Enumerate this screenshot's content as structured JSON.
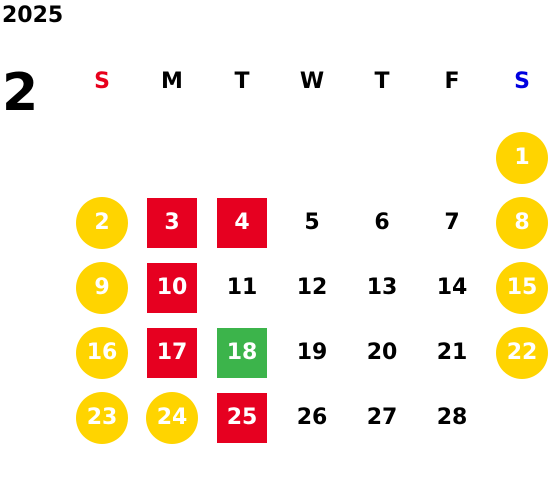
{
  "calendar": {
    "year": "2025",
    "month": "2",
    "weekdays": [
      {
        "label": "S",
        "color": "#e8001c"
      },
      {
        "label": "M",
        "color": "#000000"
      },
      {
        "label": "T",
        "color": "#000000"
      },
      {
        "label": "W",
        "color": "#000000"
      },
      {
        "label": "T",
        "color": "#000000"
      },
      {
        "label": "F",
        "color": "#000000"
      },
      {
        "label": "S",
        "color": "#0000e0"
      }
    ],
    "first_weekday_index": 6,
    "days": [
      {
        "n": "1",
        "style": "circle",
        "bg": "#ffd400"
      },
      {
        "n": "2",
        "style": "circle",
        "bg": "#ffd400"
      },
      {
        "n": "3",
        "style": "square",
        "bg": "#e60020"
      },
      {
        "n": "4",
        "style": "square",
        "bg": "#e60020"
      },
      {
        "n": "5",
        "style": "plain"
      },
      {
        "n": "6",
        "style": "plain"
      },
      {
        "n": "7",
        "style": "plain"
      },
      {
        "n": "8",
        "style": "circle",
        "bg": "#ffd400"
      },
      {
        "n": "9",
        "style": "circle",
        "bg": "#ffd400"
      },
      {
        "n": "10",
        "style": "square",
        "bg": "#e60020"
      },
      {
        "n": "11",
        "style": "plain"
      },
      {
        "n": "12",
        "style": "plain"
      },
      {
        "n": "13",
        "style": "plain"
      },
      {
        "n": "14",
        "style": "plain"
      },
      {
        "n": "15",
        "style": "circle",
        "bg": "#ffd400"
      },
      {
        "n": "16",
        "style": "circle",
        "bg": "#ffd400"
      },
      {
        "n": "17",
        "style": "square",
        "bg": "#e60020"
      },
      {
        "n": "18",
        "style": "square",
        "bg": "#3cb44b"
      },
      {
        "n": "19",
        "style": "plain"
      },
      {
        "n": "20",
        "style": "plain"
      },
      {
        "n": "21",
        "style": "plain"
      },
      {
        "n": "22",
        "style": "circle",
        "bg": "#ffd400"
      },
      {
        "n": "23",
        "style": "circle",
        "bg": "#ffd400"
      },
      {
        "n": "24",
        "style": "circle",
        "bg": "#ffd400"
      },
      {
        "n": "25",
        "style": "square",
        "bg": "#e60020"
      },
      {
        "n": "26",
        "style": "plain"
      },
      {
        "n": "27",
        "style": "plain"
      },
      {
        "n": "28",
        "style": "plain"
      }
    ]
  }
}
